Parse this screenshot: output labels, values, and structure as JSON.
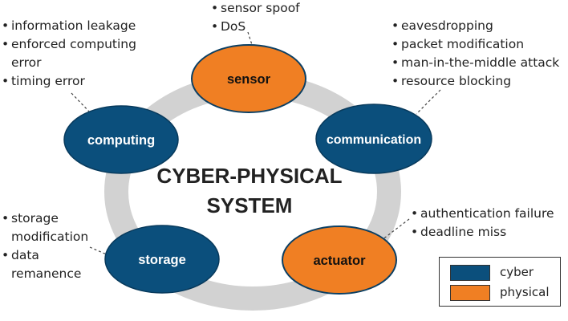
{
  "title_lines": [
    "CYBER-PHYSICAL",
    "SYSTEM"
  ],
  "colors": {
    "cyber": "#0b4f7c",
    "physical": "#f07f23",
    "ring": "#d2d2d2",
    "leader": "#444444"
  },
  "nodes": {
    "sensor": {
      "label": "sensor",
      "category": "physical"
    },
    "communication": {
      "label": "communication",
      "category": "cyber"
    },
    "actuator": {
      "label": "actuator",
      "category": "physical"
    },
    "storage": {
      "label": "storage",
      "category": "cyber"
    },
    "computing": {
      "label": "computing",
      "category": "cyber"
    }
  },
  "threats": {
    "sensor": [
      [
        "sensor spoof"
      ],
      [
        "DoS"
      ]
    ],
    "communication": [
      [
        "eavesdropping"
      ],
      [
        "packet modification"
      ],
      [
        "man-in-the-middle attack"
      ],
      [
        "resource blocking"
      ]
    ],
    "actuator": [
      [
        "authentication failure"
      ],
      [
        "deadline miss"
      ]
    ],
    "storage": [
      [
        "storage",
        "modification"
      ],
      [
        "data",
        "remanence"
      ]
    ],
    "computing": [
      [
        "information leakage"
      ],
      [
        "enforced computing",
        "error"
      ],
      [
        "timing error"
      ]
    ]
  },
  "legend": {
    "cyber": {
      "label": "cyber",
      "color": "#0b4f7c"
    },
    "physical": {
      "label": "physical",
      "color": "#f07f23"
    }
  }
}
